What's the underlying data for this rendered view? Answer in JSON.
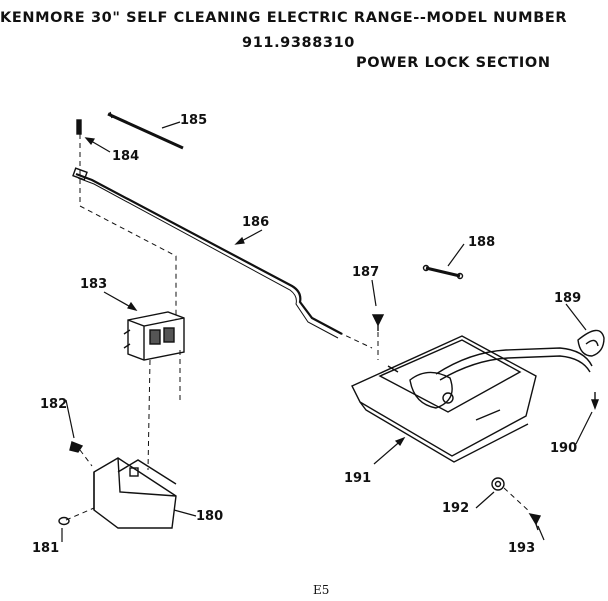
{
  "header": {
    "title": "KENMORE 30\" SELF CLEANING ELECTRIC RANGE--MODEL NUMBER",
    "model_number": "911.9388310",
    "section": "POWER LOCK SECTION"
  },
  "parts": [
    {
      "id": "p185",
      "label": "185"
    },
    {
      "id": "p184",
      "label": "184"
    },
    {
      "id": "p186",
      "label": "186"
    },
    {
      "id": "p188",
      "label": "188"
    },
    {
      "id": "p187",
      "label": "187"
    },
    {
      "id": "p183",
      "label": "183"
    },
    {
      "id": "p189",
      "label": "189"
    },
    {
      "id": "p182",
      "label": "182"
    },
    {
      "id": "p191",
      "label": "191"
    },
    {
      "id": "p190",
      "label": "190"
    },
    {
      "id": "p180",
      "label": "180"
    },
    {
      "id": "p192",
      "label": "192"
    },
    {
      "id": "p181",
      "label": "181"
    },
    {
      "id": "p193",
      "label": "193"
    }
  ],
  "footer": "E5"
}
